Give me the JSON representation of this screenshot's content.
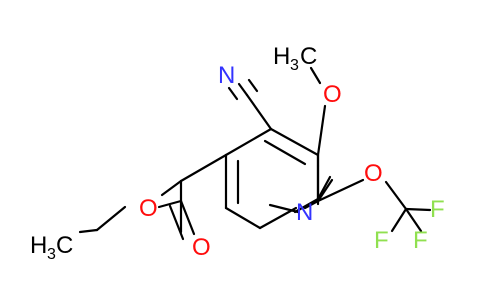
{
  "colors": {
    "bond": "#000000",
    "carbon_label": "#000000",
    "nitrogen": "#3333ff",
    "oxygen": "#ff0d0d",
    "fluorine": "#90e050"
  },
  "atoms": {
    "n_nitrile": "N",
    "n_ring": "N",
    "o_methoxy": "O",
    "o_ocf3": "O",
    "o_ester_single": "O",
    "o_ester_double": "O",
    "f_top": "F",
    "f_right": "F",
    "f_bottom": "F",
    "methoxy_h": "H",
    "methoxy_sub": "3",
    "methoxy_c": "C",
    "ethyl_h": "H",
    "ethyl_sub": "3",
    "ethyl_c": "C"
  }
}
